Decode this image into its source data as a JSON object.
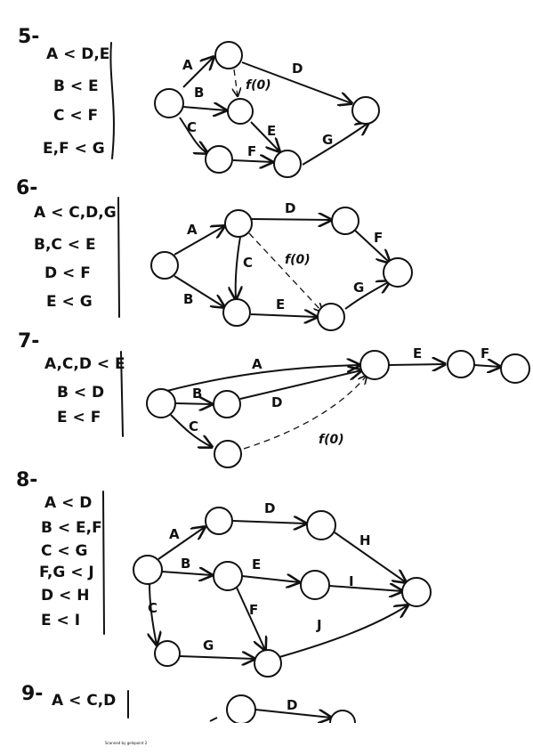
{
  "problems": [
    {
      "number": "5-",
      "rules": [
        "A < D,E",
        "B < E",
        "C < F",
        "E,F < G"
      ],
      "edges": {
        "A": "A",
        "B": "B",
        "C": "C",
        "D": "D",
        "E": "E",
        "F": "F",
        "G": "G",
        "dummy": "f(0)"
      }
    },
    {
      "number": "6-",
      "rules": [
        "A < C,D,G",
        "B,C < E",
        "D < F",
        "E < G"
      ],
      "edges": {
        "A": "A",
        "B": "B",
        "C": "C",
        "D": "D",
        "E": "E",
        "F": "F",
        "G": "G",
        "dummy": "f(0)"
      }
    },
    {
      "number": "7-",
      "rules": [
        "A,C,D < E",
        "B < D",
        "E < F"
      ],
      "edges": {
        "A": "A",
        "B": "B",
        "C": "C",
        "D": "D",
        "E": "E",
        "F": "F",
        "dummy": "f(0)"
      }
    },
    {
      "number": "8-",
      "rules": [
        "A < D",
        "B < E,F",
        "C < G",
        "F,G < J",
        "D < H",
        "E < I"
      ],
      "edges": {
        "A": "A",
        "B": "B",
        "C": "C",
        "D": "D",
        "E": "E",
        "F": "F",
        "G": "G",
        "H": "H",
        "I": "I",
        "J": "J"
      }
    },
    {
      "number": "9-",
      "rules": [
        "A < C,D"
      ],
      "edges": {
        "D": "D"
      }
    }
  ],
  "footer": "Scanned by gelopoint 2"
}
